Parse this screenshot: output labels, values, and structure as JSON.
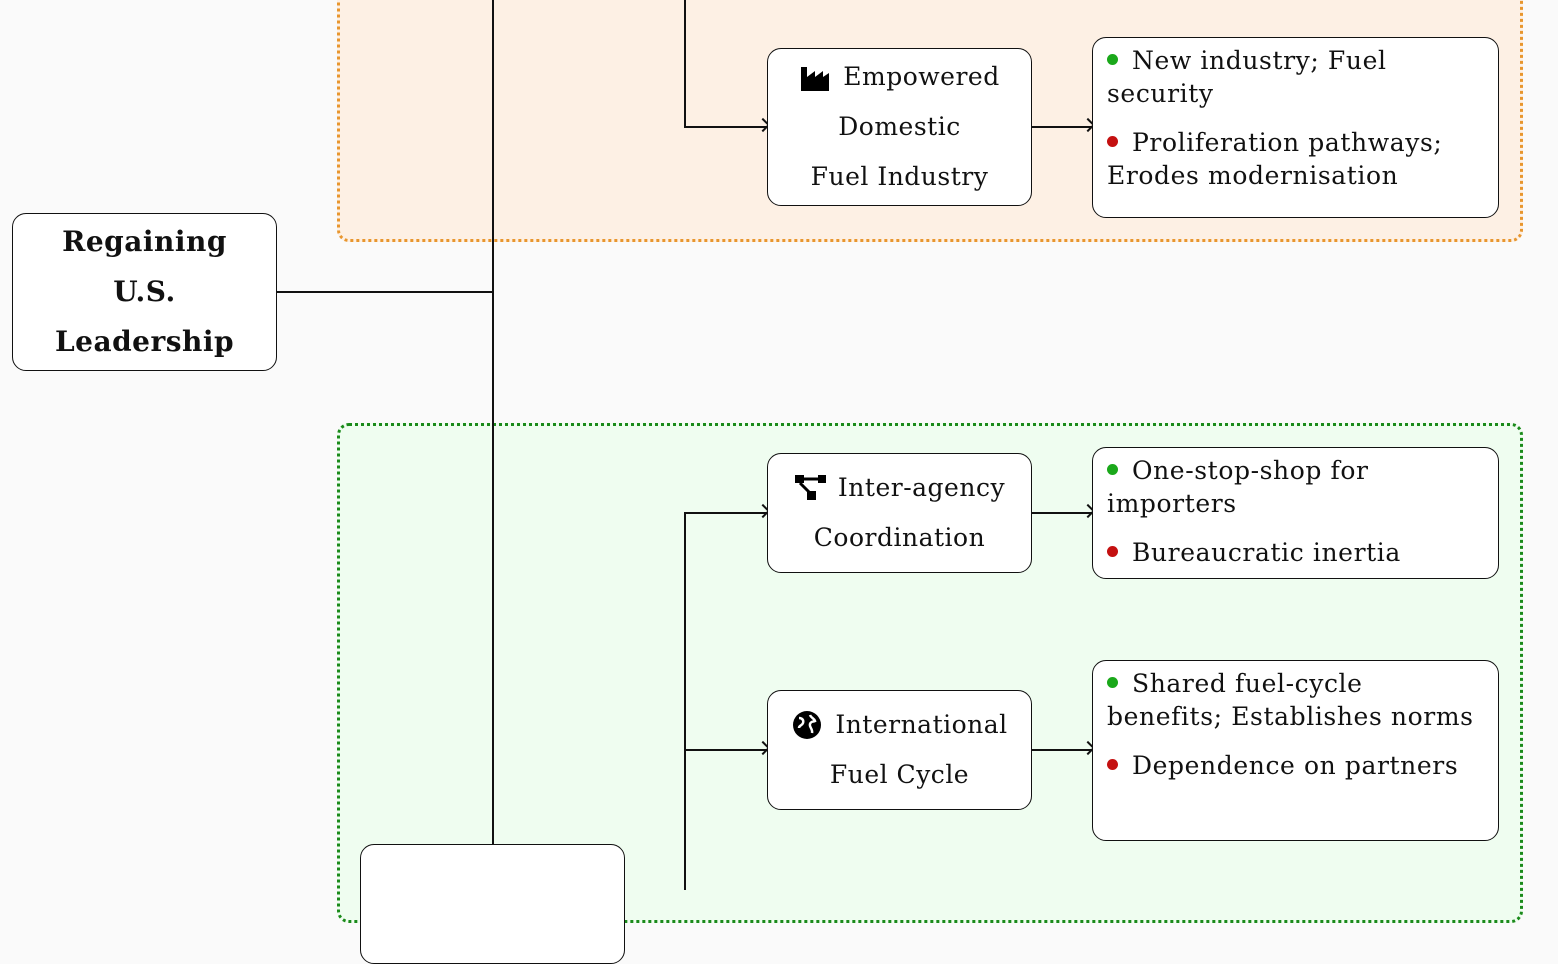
{
  "root": {
    "lines": [
      "Regaining",
      "U.S.",
      "Leadership"
    ]
  },
  "regions": [
    {
      "name": "orange-group",
      "color": "#e8962e",
      "fill": "#fdf0e4"
    },
    {
      "name": "green-group",
      "color": "#1a8a1a",
      "fill": "#effdf0"
    }
  ],
  "bullet_colors": {
    "pro": "#1aa81a",
    "con": "#c41010"
  },
  "nodes": {
    "domestic": {
      "icon": "factory-icon",
      "lines": [
        "Empowered",
        "Domestic",
        "Fuel Industry"
      ],
      "outcome": {
        "pro": "New industry; Fuel security",
        "con": "Proliferation pathways; Erodes modernisation"
      }
    },
    "interagency": {
      "icon": "network-icon",
      "lines": [
        "Inter-agency",
        "Coordination"
      ],
      "outcome": {
        "pro": "One-stop-shop for importers",
        "con": "Bureaucratic inertia"
      }
    },
    "international": {
      "icon": "globe-icon",
      "lines": [
        "International",
        "Fuel Cycle"
      ],
      "outcome": {
        "pro": "Shared fuel-cycle benefits; Establishes norms",
        "con": "Dependence on partners"
      }
    }
  }
}
